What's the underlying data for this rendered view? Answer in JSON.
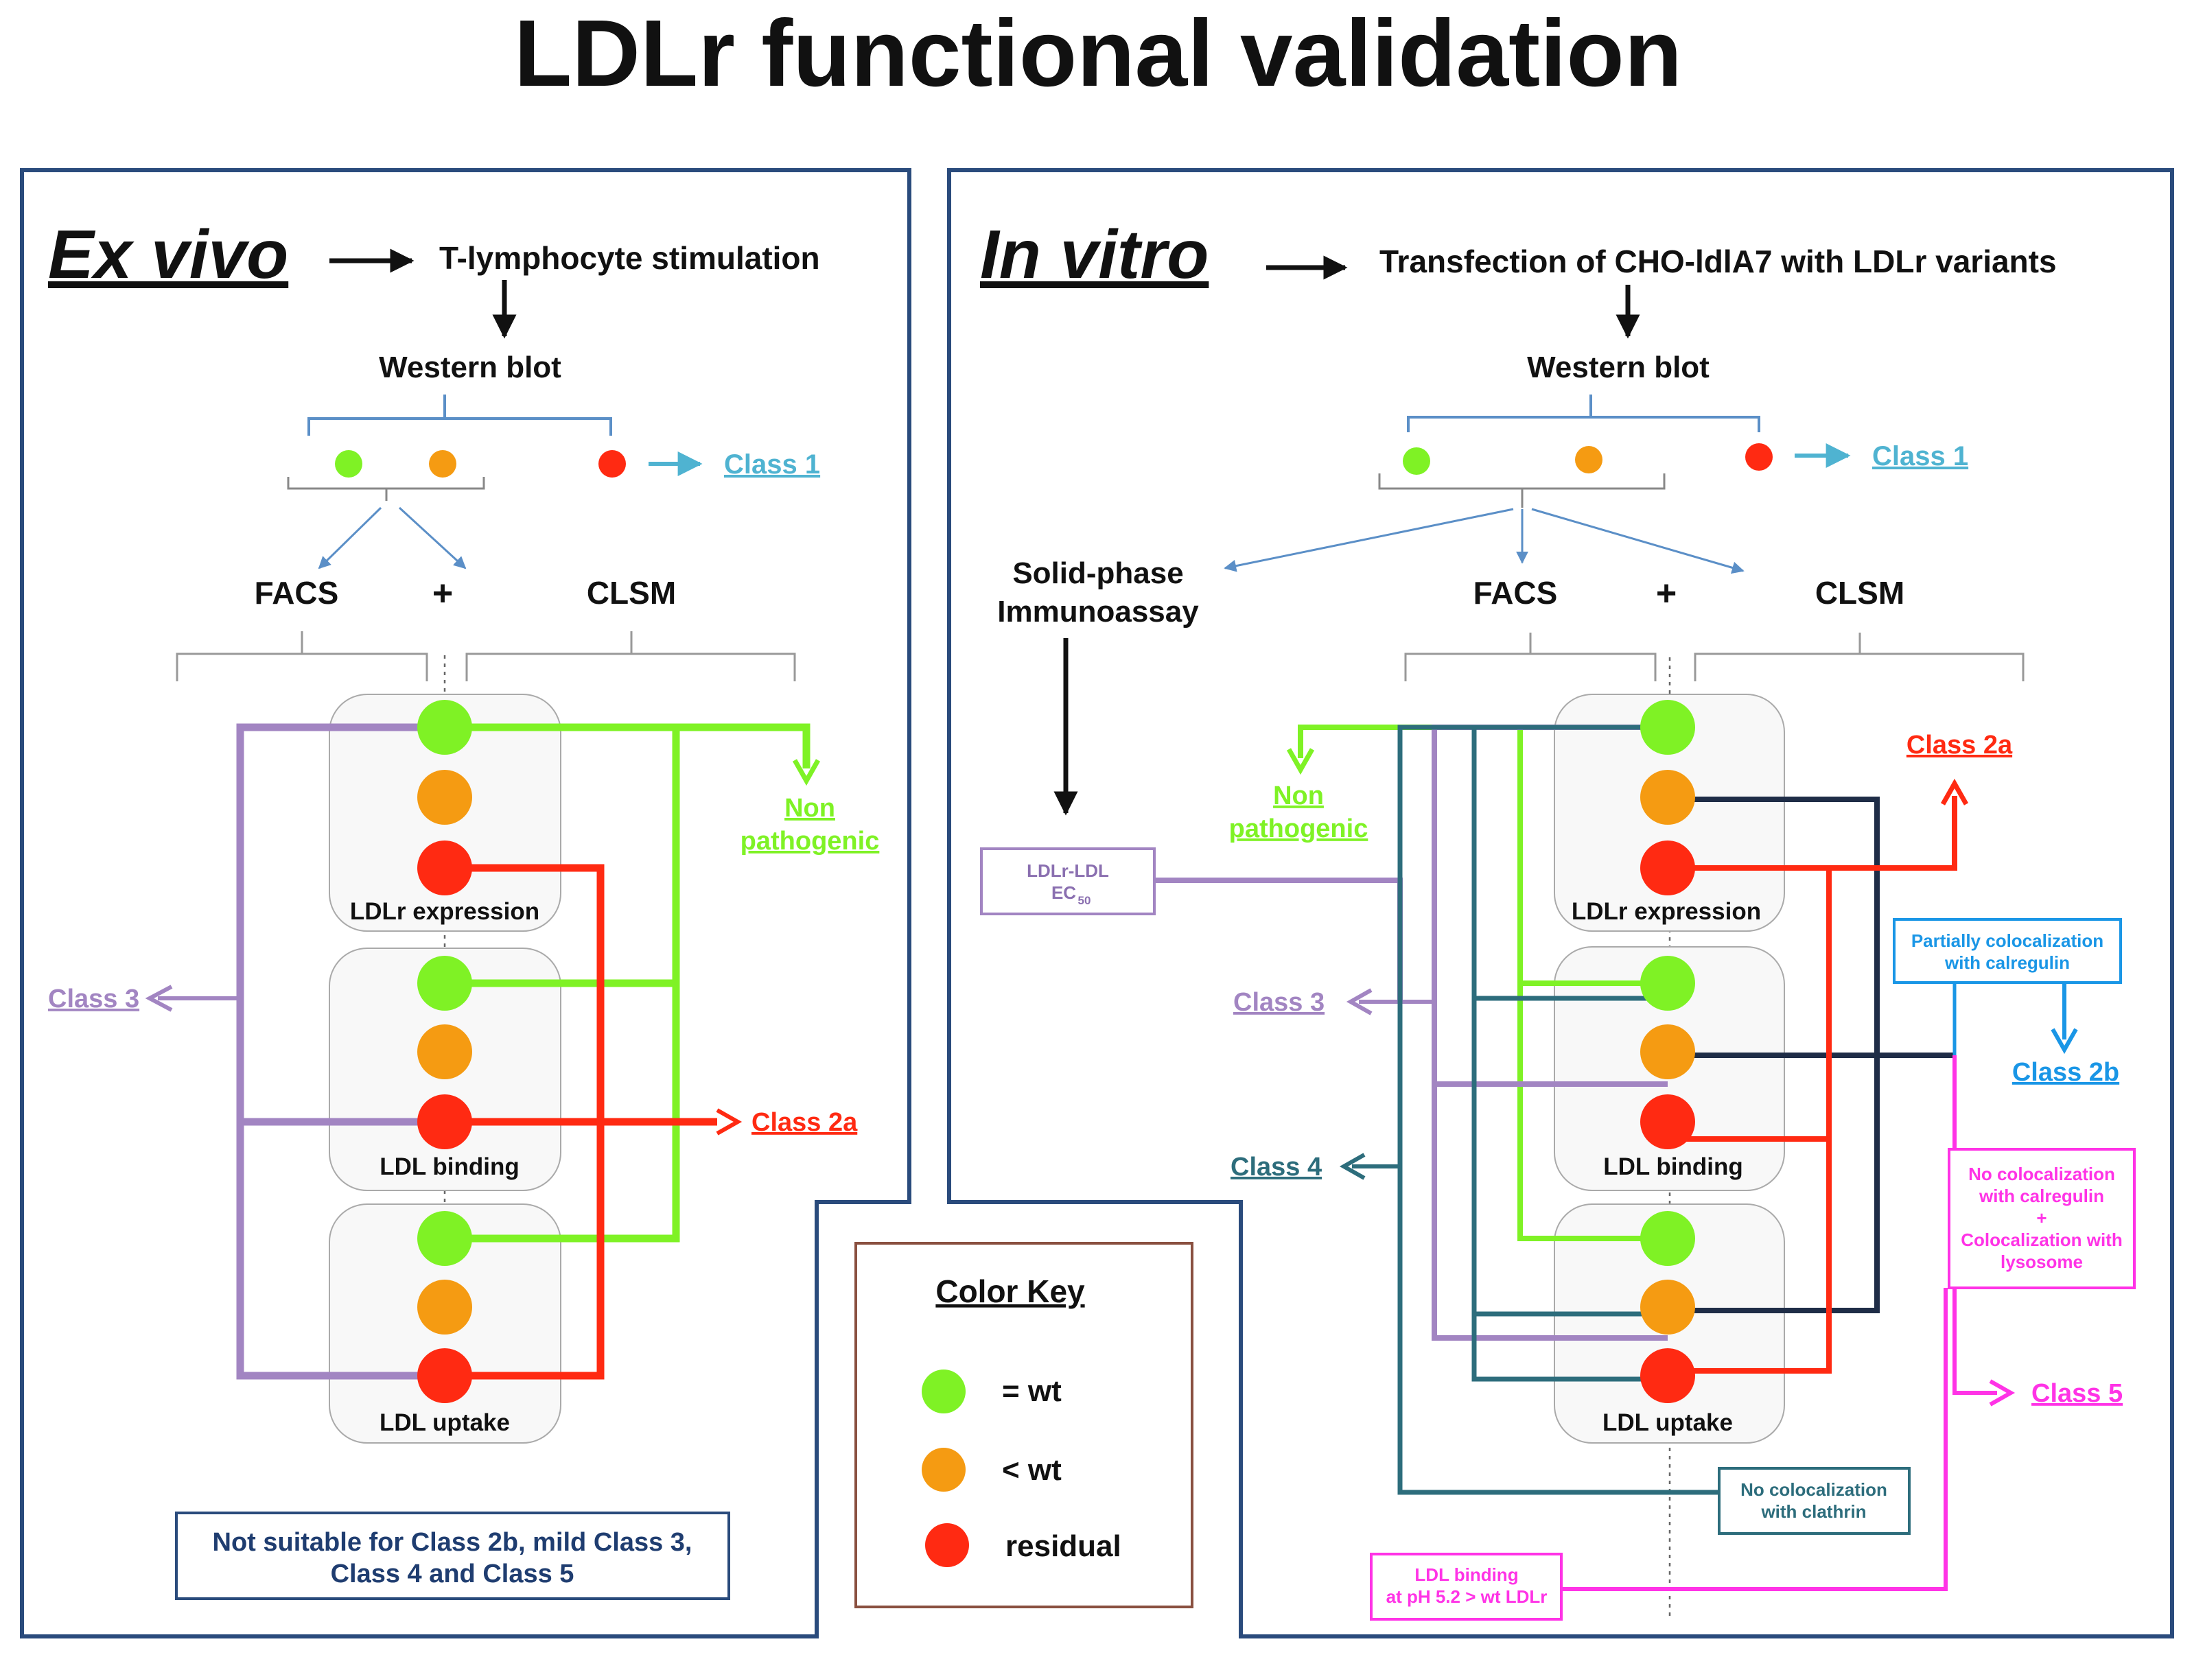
{
  "title": "LDLr functional validation",
  "colors": {
    "frame": "#2a4b7c",
    "tree": "#5b8fc7",
    "gray": "#9a9a9a",
    "black": "#111111",
    "wt": "#7ff225",
    "lt_wt": "#f59b12",
    "residual": "#ff2a12",
    "class1": "#4fb3d1",
    "class2a": "#ff2a12",
    "class3": "#a285c2",
    "class4": "#2d6d7c",
    "class2b": "#1a96e6",
    "class5": "#ff33e6",
    "navy": "#1f2d47",
    "keyframe": "#8a5040"
  },
  "ex_vivo": {
    "heading": "Ex vivo",
    "step": "T-lymphocyte stimulation",
    "western_blot": "Western blot",
    "class1": "Class 1",
    "facs": "FACS",
    "plus": "+",
    "clsm": "CLSM",
    "panels": [
      "LDLr expression",
      "LDL binding",
      "LDL uptake"
    ],
    "non_pathogenic": [
      "Non",
      "pathogenic"
    ],
    "class3": "Class 3",
    "class2a": "Class 2a",
    "note": [
      "Not suitable for Class 2b, mild Class 3,",
      "Class 4 and Class 5"
    ]
  },
  "in_vitro": {
    "heading": "In vitro",
    "step": "Transfection of CHO-ldlA7 with LDLr variants",
    "western_blot": "Western blot",
    "class1": "Class 1",
    "solid_phase": [
      "Solid-phase",
      "Immunoassay"
    ],
    "facs": "FACS",
    "plus": "+",
    "clsm": "CLSM",
    "non_pathogenic": [
      "Non",
      "pathogenic"
    ],
    "ec50_box": [
      "LDLr-LDL",
      "EC",
      "50"
    ],
    "class2a": "Class 2a",
    "partial_box": [
      "Partially colocalization",
      "with calregulin"
    ],
    "class2b": "Class 2b",
    "class3": "Class 3",
    "class4": "Class 4",
    "panels": [
      "LDLr expression",
      "LDL binding",
      "LDL uptake"
    ],
    "nocoloc_box": [
      "No colocalization",
      "with calregulin",
      "+",
      "Colocalization with",
      "lysosome"
    ],
    "class5": "Class 5",
    "clathrin_box": [
      "No colocalization",
      "with clathrin"
    ],
    "ph_box": [
      "LDL binding",
      "at pH 5.2 > wt LDLr"
    ]
  },
  "color_key": {
    "title": "Color Key",
    "items": [
      {
        "label": "= wt",
        "color": "#7ff225"
      },
      {
        "label": "< wt",
        "color": "#f59b12"
      },
      {
        "label": "residual",
        "color": "#ff2a12"
      }
    ]
  }
}
